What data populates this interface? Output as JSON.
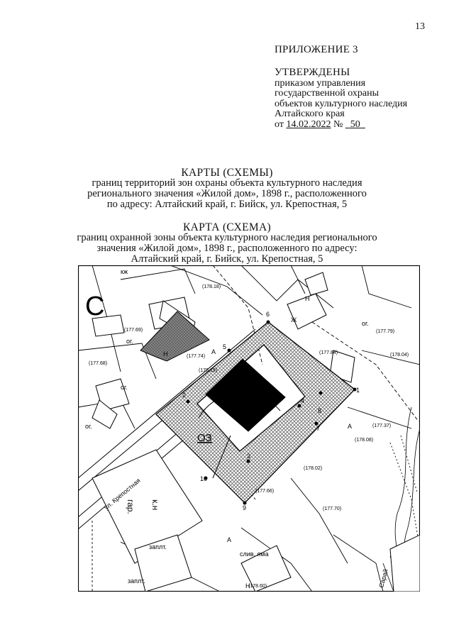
{
  "page_number": "13",
  "appendix": "ПРИЛОЖЕНИЕ 3",
  "approval": {
    "heading": "УТВЕРЖДЕНЫ",
    "lines": [
      "приказом управления",
      "государственной охраны",
      "объектов культурного наследия",
      "Алтайского края"
    ],
    "date_prefix": "от ",
    "date": "14.02.2022",
    "number_prefix": " № ",
    "number": "50"
  },
  "title1": {
    "heading": "КАРТЫ (СХЕМЫ)",
    "lines": [
      "границ территорий зон охраны объекта культурного наследия",
      "регионального значения «Жилой дом», 1898 г., расположенного",
      "по адресу: Алтайский край, г. Бийск, ул. Крепостная, 5"
    ]
  },
  "title2": {
    "heading": "КАРТА (СХЕМА)",
    "lines": [
      "границ охранной зоны объекта культурного наследия регионального",
      "значения «Жилой дом», 1898 г., расположенного по адресу:",
      "Алтайский край, г. Бийск, ул. Крепостная, 5"
    ]
  },
  "map": {
    "north_letter": "С",
    "zone_label": "ОЗ",
    "street_label": "ул. Крепостная",
    "point_labels": [
      "1",
      "2",
      "3",
      "4",
      "5",
      "6",
      "7",
      "8",
      "9",
      "10"
    ],
    "marks": [
      "гар.",
      "к.н",
      "Н",
      "Н",
      "Н",
      "Ж",
      "ог.",
      "ог.",
      "ог.",
      "ог.",
      "А",
      "А",
      "А",
      "кж",
      "заплт.",
      "заплт.",
      "слив. яма",
      "Сарай"
    ],
    "elevations": [
      "(178.18)",
      "(177.69)",
      "(177.68)",
      "(177.74)",
      "(178.19)",
      "(177.79)",
      "(177.84)",
      "(178.04)",
      "(177.37)",
      "(178.08)",
      "(178.02)",
      "(177.66)",
      "(177.70)",
      "(178.60)"
    ],
    "hatch_color": "#9a9a9a",
    "object_color": "#000000"
  }
}
